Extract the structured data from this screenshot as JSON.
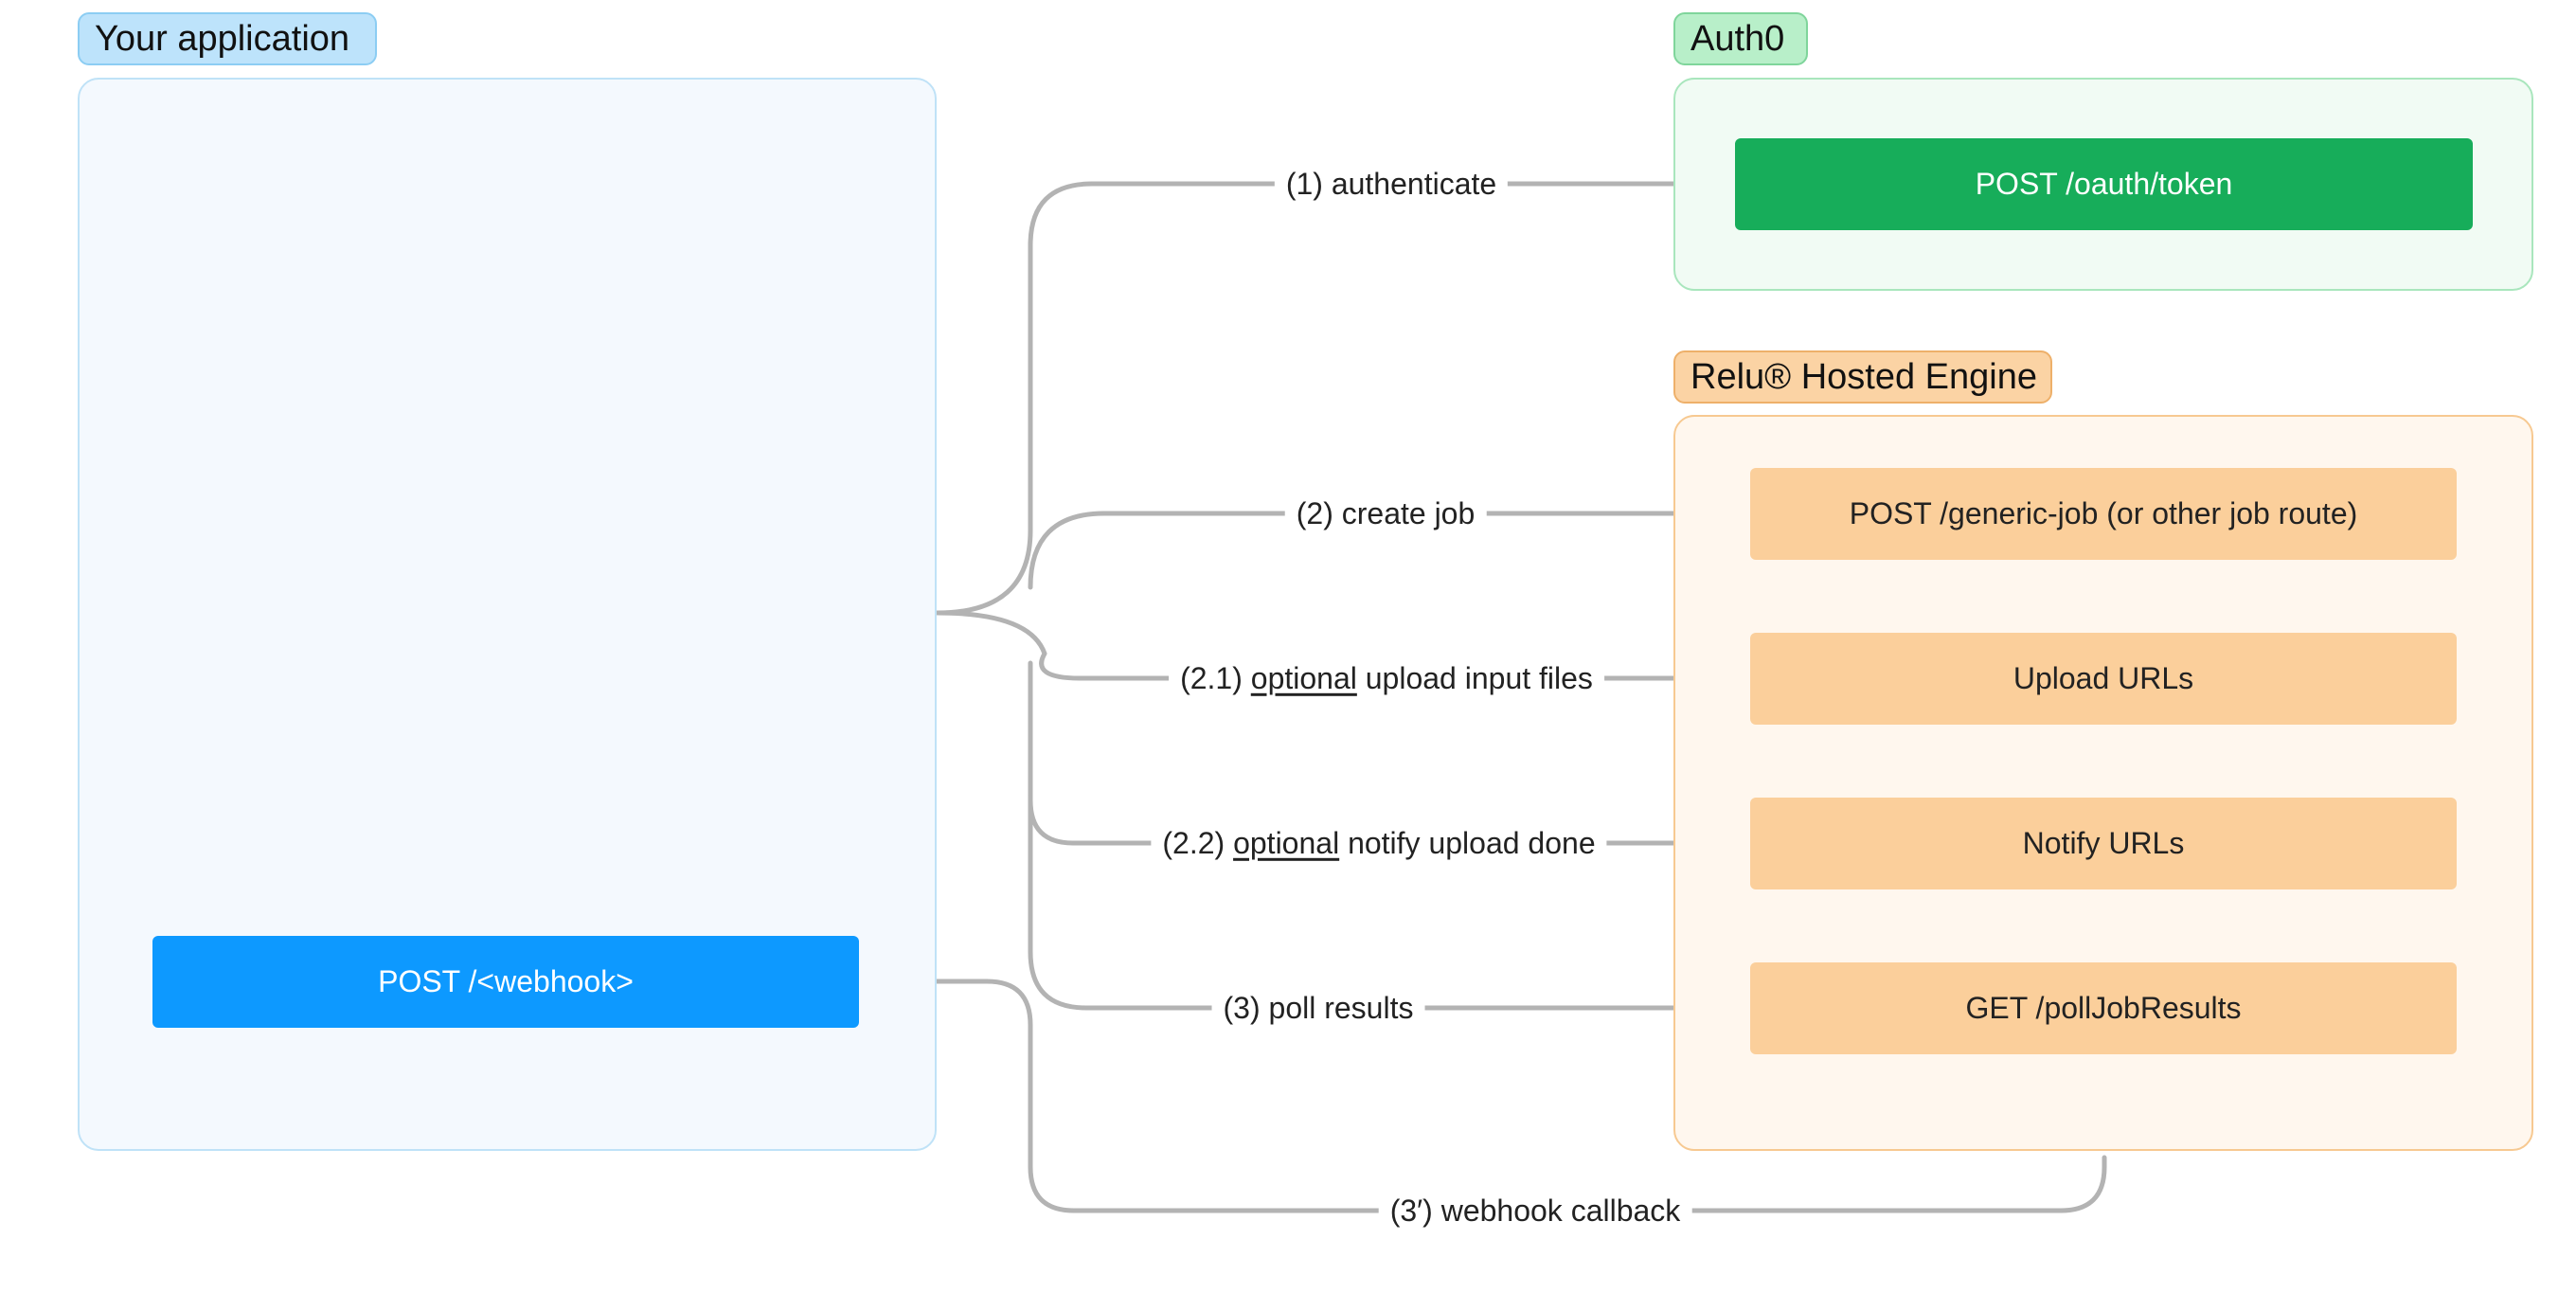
{
  "groups": {
    "app": {
      "title": "Your application",
      "tag_bg": "#bde3fb",
      "border": "#8ccdf3",
      "box_bg": "#f4f9fe",
      "box_border": "#bfe2f7"
    },
    "auth0": {
      "title": "Auth0",
      "tag_bg": "#b8efc9",
      "border": "#7fd59b",
      "box_bg": "#f1fbf4",
      "box_border": "#a9e6bd"
    },
    "relu": {
      "title": "Relu® Hosted Engine",
      "tag_bg": "#fbd3a4",
      "border": "#eeb06a",
      "box_bg": "#fff7ee",
      "box_border": "#f7c991"
    }
  },
  "endpoints": {
    "webhook": "POST /<webhook>",
    "oauth_token": "POST /oauth/token",
    "generic_job": "POST /generic-job (or other job route)",
    "upload_urls": "Upload URLs",
    "notify_urls": "Notify URLs",
    "poll_results": "GET /pollJobResults"
  },
  "edges": {
    "authenticate": "(1) authenticate",
    "create_job": "(2) create job",
    "upload_prefix": "(2.1) ",
    "upload_optional": "optional",
    "upload_suffix": " upload input files",
    "notify_prefix": "(2.2) ",
    "notify_optional": "optional",
    "notify_suffix": " notify upload done",
    "poll": "(3) poll results",
    "webhook_callback": "(3′) webhook callback"
  },
  "colors": {
    "wire": "#b3b3b3"
  }
}
